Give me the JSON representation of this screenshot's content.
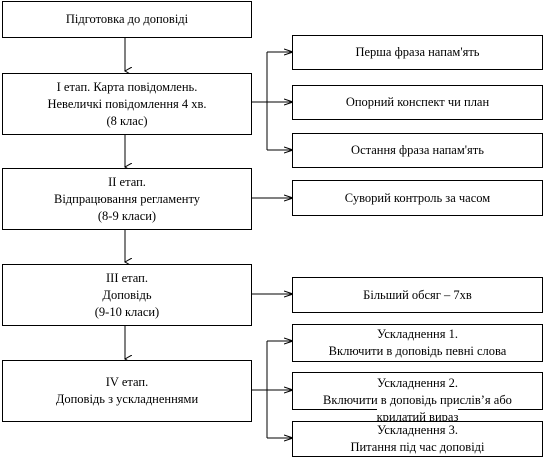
{
  "start": {
    "text": "Підготовка до доповіді"
  },
  "stages": [
    {
      "lines": [
        "І етап. Карта повідомлень.",
        "Невеличкі повідомлення 4 хв.",
        "(8 клас)"
      ]
    },
    {
      "lines": [
        "ІІ етап.",
        "Відпрацювання регламенту",
        "(8-9 класи)"
      ]
    },
    {
      "lines": [
        "ІІІ етап.",
        "Доповідь",
        "(9-10 класи)"
      ]
    },
    {
      "lines": [
        "ІV етап.",
        "Доповідь з ускладненнями"
      ]
    }
  ],
  "details": {
    "stage1": [
      "Перша фраза напам'ять",
      "Опорний конспект чи план",
      "Остання фраза напам'ять"
    ],
    "stage2": [
      "Суворий контроль за часом"
    ],
    "stage3": [
      "Більший обсяг – 7хв"
    ],
    "stage4": [
      [
        "Ускладнення 1.",
        "Включити в доповідь певні слова"
      ],
      [
        "Ускладнення 2.",
        "Включити в доповідь прислів’я або",
        "крилатий вираз"
      ],
      [
        "Ускладнення 3.",
        "Питання під час доповіді"
      ]
    ]
  }
}
